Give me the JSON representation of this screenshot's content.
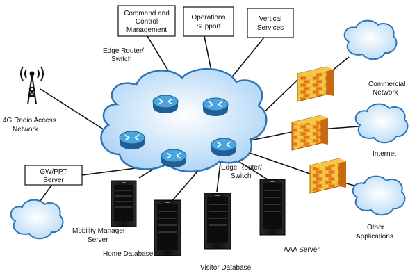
{
  "labels": {
    "command_control_line1": "Command and",
    "command_control_line2": "Control",
    "command_control_line3": "Management",
    "operations_line1": "Operations",
    "operations_line2": "Support",
    "vertical_line1": "Vertical",
    "vertical_line2": "Services",
    "edge_router_top_line1": "Edge Router/",
    "edge_router_top_line2": "Switch",
    "radio_access_line1": "4G Radio Access",
    "radio_access_line2": "Network",
    "gw_ppt_line1": "GW/PPT",
    "gw_ppt_line2": "Server",
    "edge_router_bottom_line1": "Edge Router/",
    "edge_router_bottom_line2": "Switch",
    "mobility_line1": "Mobility  Manager",
    "mobility_line2": "Server",
    "home_db": "Home Database",
    "visitor_db": "Visitor Database",
    "aaa": "AAA Server",
    "commercial_line1": "Commercial",
    "commercial_line2": "Network",
    "internet": "Internet",
    "other_line1": "Other",
    "other_line2": "Applications"
  },
  "colors": {
    "cloud_fill": "#cfe6fa",
    "cloud_stroke": "#2e74b5",
    "router_fill": "#3d9ad6",
    "firewall_brick": "#e07a10",
    "firewall_light": "#f6c84a",
    "server_body": "#1c1c1c",
    "line": "#111111"
  },
  "icons": [
    "cell-tower-icon",
    "router-icon",
    "firewall-icon",
    "cloud-icon",
    "server-icon"
  ]
}
